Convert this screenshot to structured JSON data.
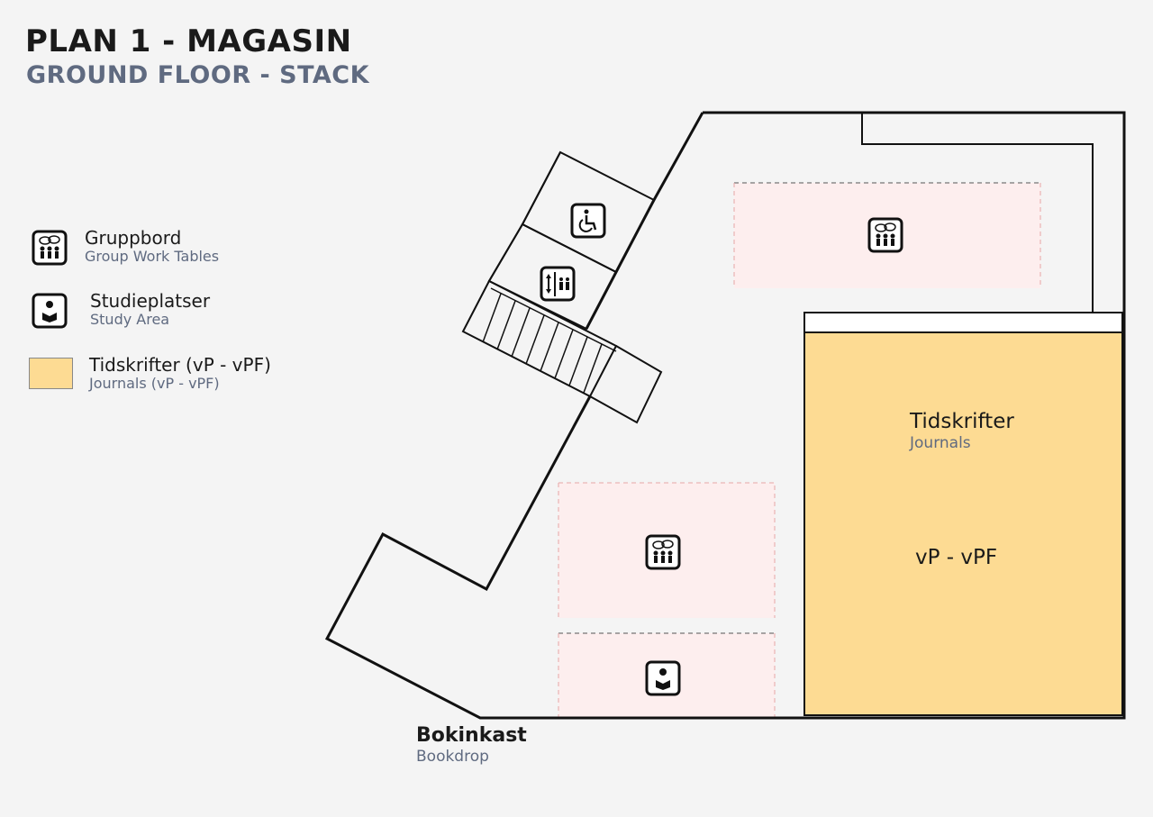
{
  "header": {
    "title": "PLAN 1 - MAGASIN",
    "subtitle": "GROUND FLOOR - STACK"
  },
  "legend": {
    "items": [
      {
        "label": "Gruppbord",
        "sub": "Group Work Tables",
        "icon": "group-tables-icon"
      },
      {
        "label": "Studieplatser",
        "sub": "Study Area",
        "icon": "study-area-icon"
      },
      {
        "label": "Tidskrifter (vP - vPF)",
        "sub": "Journals (vP - vPF)",
        "icon": "journals-swatch"
      }
    ]
  },
  "map": {
    "journals_label": "Tidskrifter",
    "journals_sub": "Journals",
    "journals_range": "vP - vPF",
    "bookdrop_label": "Bokinkast",
    "bookdrop_sub": "Bookdrop"
  },
  "colors": {
    "journals_fill": "#fddb93",
    "zone_fill": "#fdeeee",
    "outline": "#111111",
    "subtext": "#5f6a80"
  }
}
